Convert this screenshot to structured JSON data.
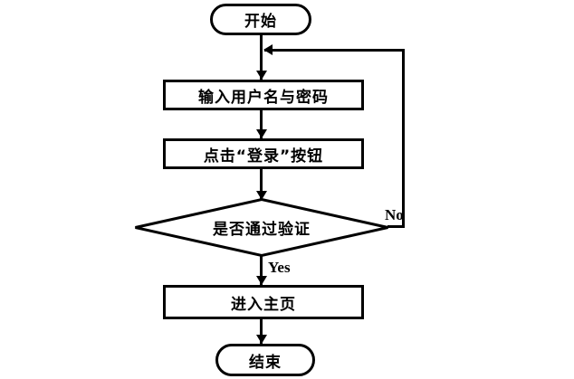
{
  "flowchart": {
    "title": "login-verification-flow",
    "colors": {
      "stroke": "#000000",
      "fill": "#ffffff",
      "text": "#000000"
    },
    "nodes": {
      "start": {
        "type": "terminator",
        "label": "开始"
      },
      "input_credentials": {
        "type": "process",
        "label": "输入用户名与密码"
      },
      "click_login": {
        "type": "process",
        "label": "点击“登录”按钮"
      },
      "verify": {
        "type": "decision",
        "label": "是否通过验证"
      },
      "enter_home": {
        "type": "process",
        "label": "进入主页"
      },
      "end": {
        "type": "terminator",
        "label": "结束"
      }
    },
    "edges": {
      "yes_label": "Yes",
      "no_label": "No",
      "flow": [
        "start -> input_credentials",
        "input_credentials -> click_login",
        "click_login -> verify",
        "verify -Yes-> enter_home",
        "verify -No-> input_credentials",
        "enter_home -> end"
      ]
    }
  }
}
